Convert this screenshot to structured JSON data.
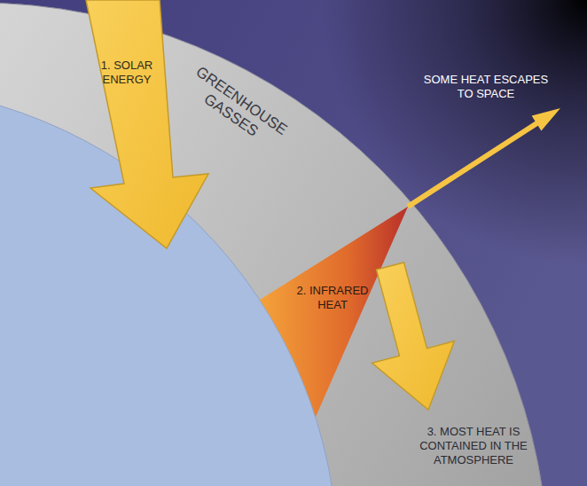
{
  "diagram": {
    "labels": [
      "1. SOLAR ENERGY",
      "GREENHOUSE GASSES",
      "2. INFRARED HEAT",
      "SOME HEAT ESCAPES TO SPACE",
      "3. MOST HEAT IS CONTAINED IN THE ATMOSPHERE"
    ]
  }
}
